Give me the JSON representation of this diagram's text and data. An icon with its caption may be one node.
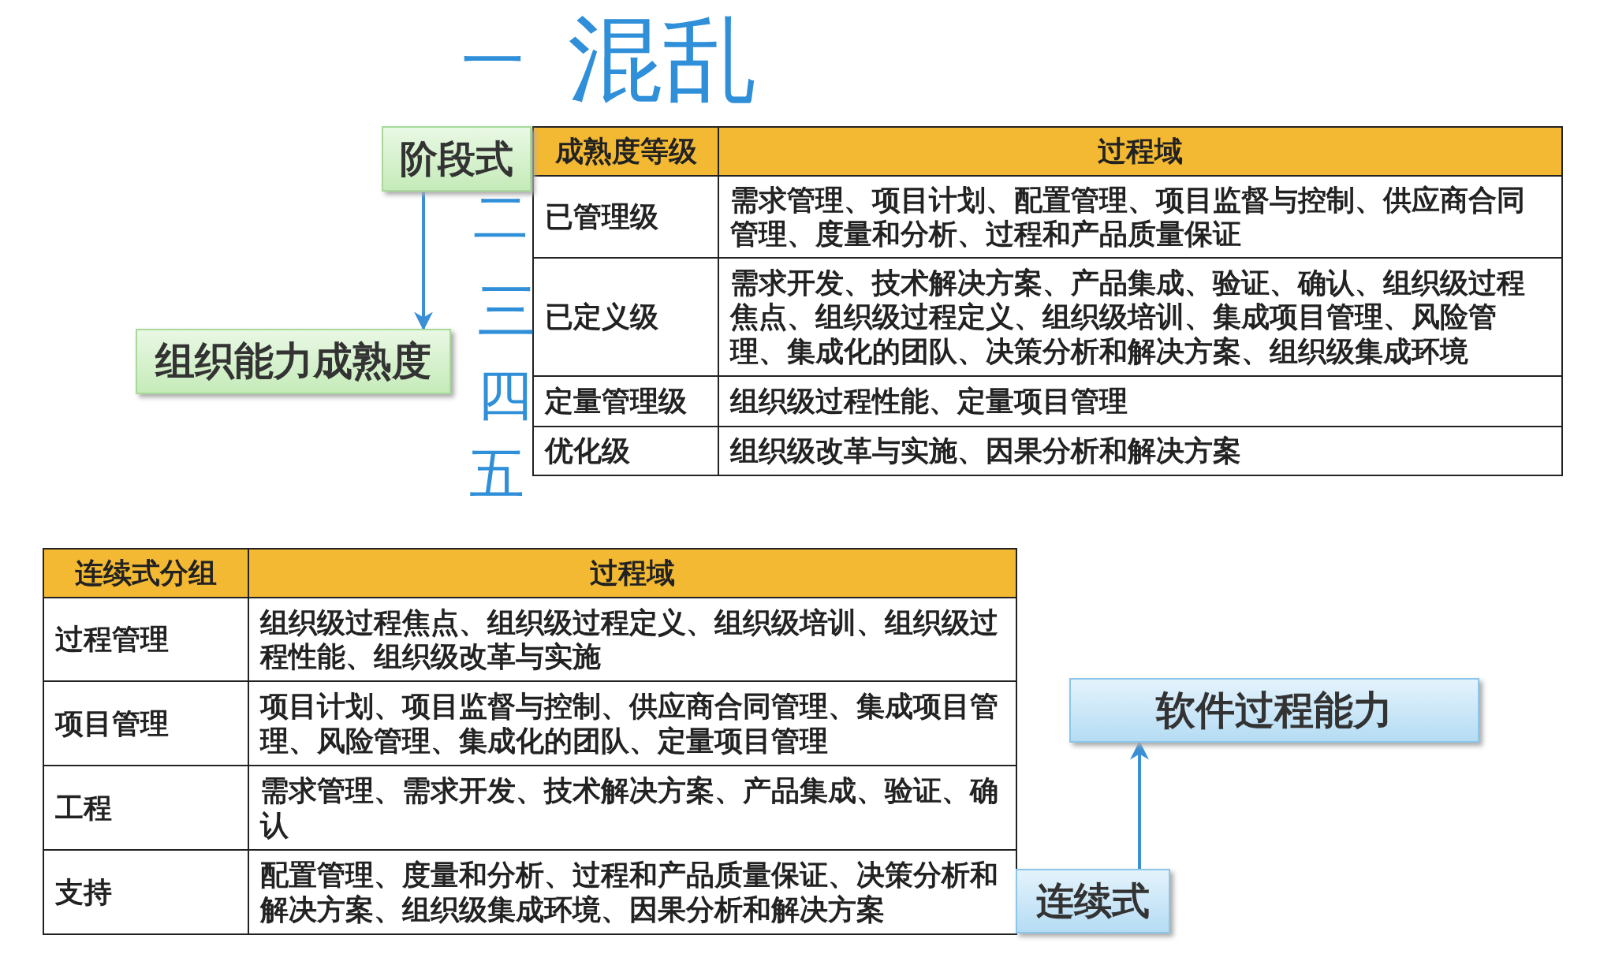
{
  "diagram": {
    "nodes": [
      {
        "text": [
          "阶段式"
        ]
      },
      {
        "text": [
          "组织能力成熟度"
        ]
      },
      {
        "text": [
          "软件过程能力"
        ]
      },
      {
        "text": [
          "连续式"
        ]
      }
    ],
    "edges": [
      {
        "from": 0,
        "to": 1,
        "arrow": "to"
      },
      {
        "from": 3,
        "to": 2,
        "arrow": "to"
      }
    ],
    "labels": [
      "一",
      "混乱",
      "成熟度等级",
      "过程域",
      "已管理级",
      "需求管理、项目计划、配置管理、项目监督与控制、供应商合同管理、度量和分析、过程和产品质量保证",
      "已定义级",
      "需求开发、技术解决方案、产品集成、验证、确认、组织级过程焦点、组织级过程定义、组织级培训、集成项目管理、风险管理、集成化的团队、决策分析和解决方案、组织级集成环境",
      "定量管理级",
      "组织级过程性能、定量项目管理",
      "优化级",
      "组织级改革与实施、因果分析和解决方案",
      "二",
      "三",
      "四",
      "五",
      "连续式分组",
      "过程域",
      "过程管理",
      "组织级过程焦点、组织级过程定义、组织级培训、组织级过程性能、组织级改革与实施",
      "项目管理",
      "项目计划、项目监督与控制、供应商合同管理、集成项目管理、风险管理、集成化的团队、定量项目管理",
      "工程",
      "需求管理、需求开发、技术解决方案、产品集成、验证、确认",
      "支持",
      "配置管理、度量和分析、过程和产品质量保证、决策分析和解决方案、组织级集成环境、因果分析和解决方案"
    ]
  }
}
